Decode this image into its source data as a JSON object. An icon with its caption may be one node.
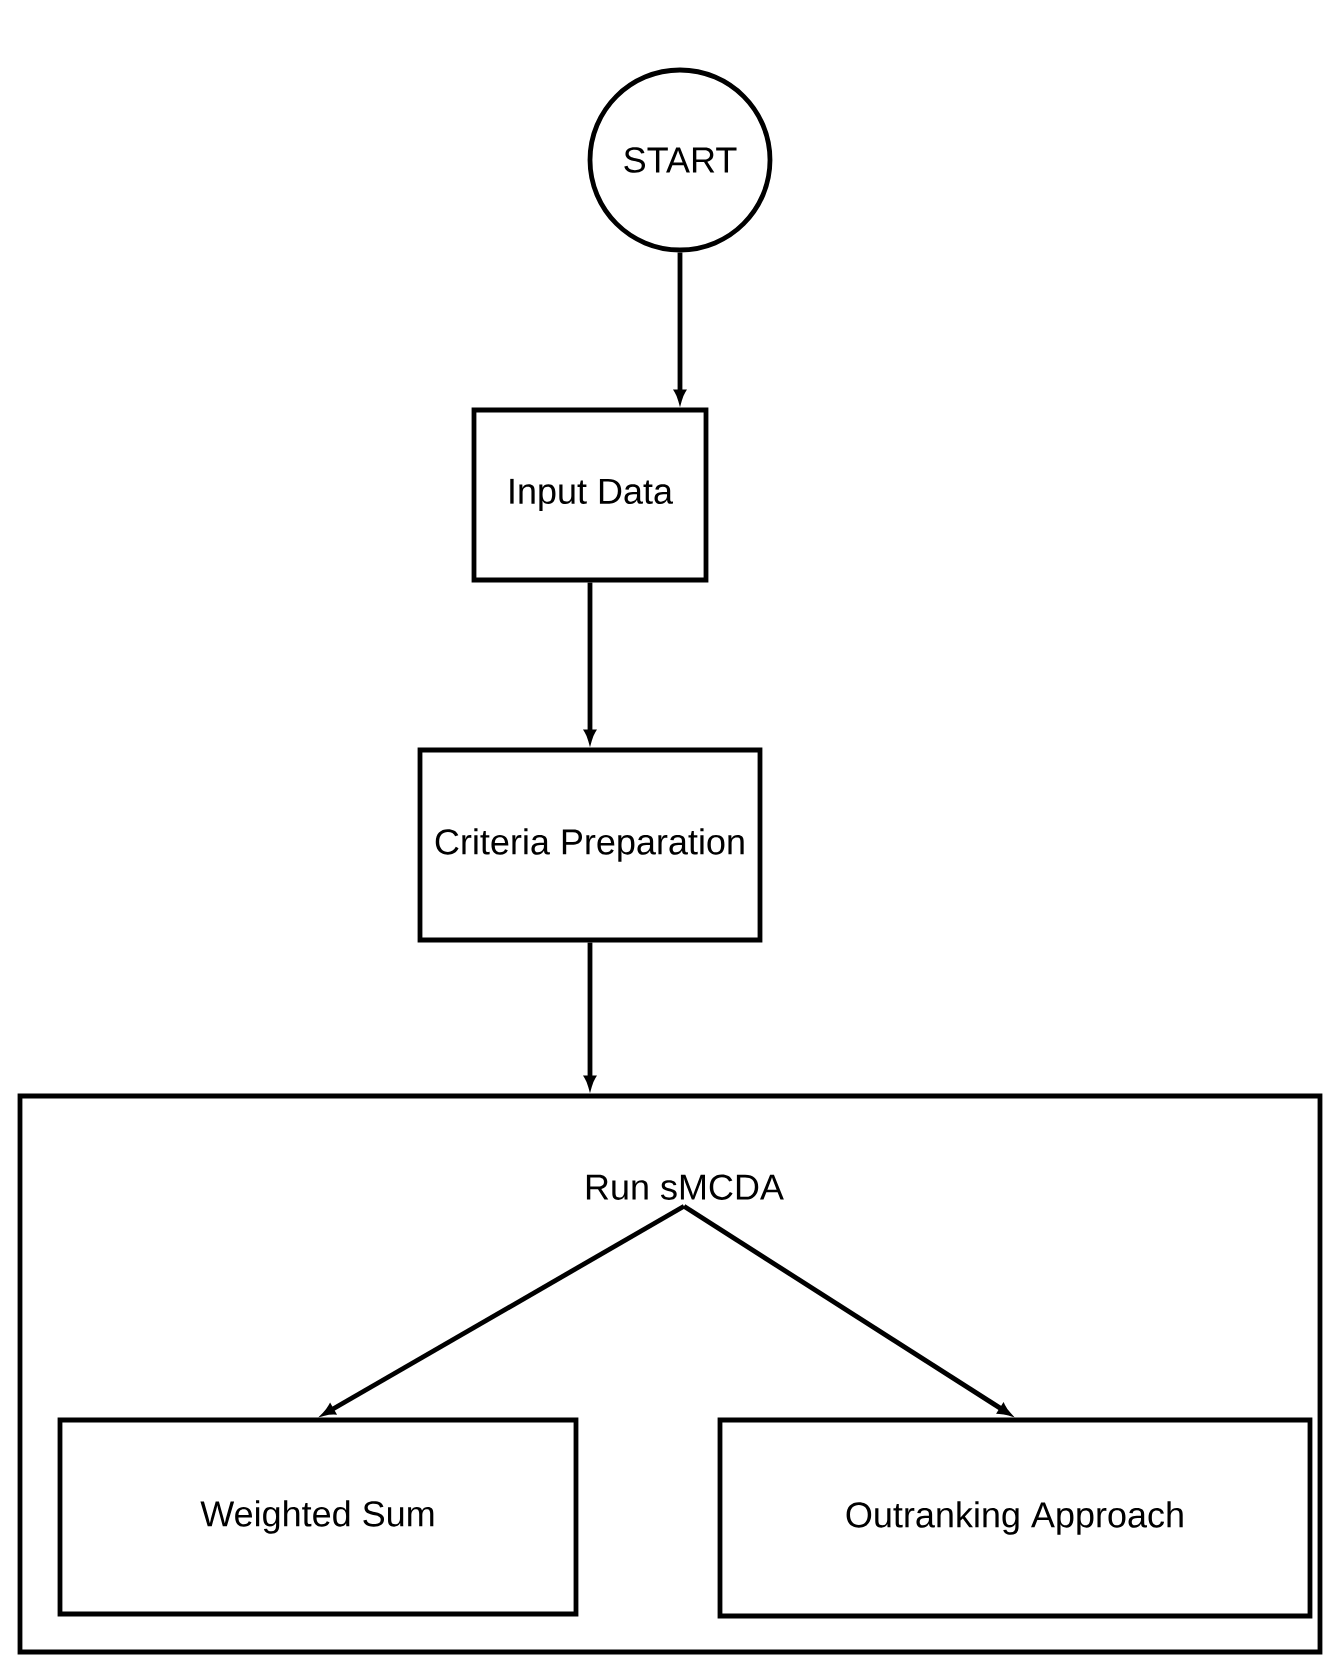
{
  "diagram": {
    "nodes": [
      {
        "text": [
          "START"
        ]
      },
      {
        "text": [
          "Input Data"
        ]
      },
      {
        "text": [
          "Criteria Preparation"
        ]
      },
      {
        "text": [
          "Run sMCDA"
        ]
      },
      {
        "text": [
          "Weighted Sum"
        ],
        "in": 3
      },
      {
        "text": [
          "Outranking Approach"
        ],
        "in": 3
      }
    ],
    "edges": [
      {
        "from": 0,
        "to": 1,
        "arrow": "to"
      },
      {
        "from": 1,
        "to": 2,
        "arrow": "to"
      },
      {
        "from": 2,
        "to": 3,
        "arrow": "to"
      },
      {
        "from": 3,
        "to": 4,
        "arrow": "to"
      },
      {
        "from": 3,
        "to": 5,
        "arrow": "to"
      }
    ]
  }
}
